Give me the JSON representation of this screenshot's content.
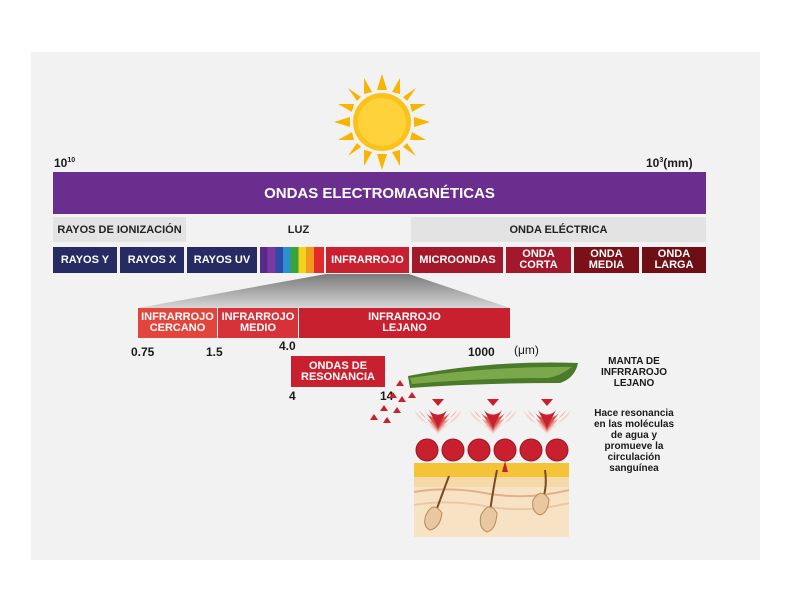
{
  "scale": {
    "left_base": "10",
    "left_exp": "10",
    "right_base": "10",
    "right_exp": "3",
    "right_unit": "(mm)"
  },
  "header_bar": "ONDAS ELECTROMAGNÉTICAS",
  "sections": {
    "ionizacion": "RAYOS DE IONIZACIÓN",
    "luz": "LUZ",
    "onda_electrica": "ONDA ELÉCTRICA"
  },
  "spectrum": {
    "rayos_y": "RAYOS Y",
    "rayos_x": "RAYOS X",
    "rayos_uv": "RAYOS UV",
    "infrarrojo": "INFRARROJO",
    "microondas": "MICROONDAS",
    "onda_corta": "ONDA CORTA",
    "onda_media": "ONDA MEDIA",
    "onda_larga": "ONDA LARGA"
  },
  "infrared": {
    "cercano": "INFRARROJO CERCANO",
    "medio": "INFRARROJO MEDIO",
    "lejano": "INFRARROJO LEJANO"
  },
  "ticks": {
    "t075": "0.75",
    "t15": "1.5",
    "t40": "4.0",
    "t1000": "1000",
    "unit": "(μm)"
  },
  "resonance": {
    "label": "ONDAS DE RESONANCIA",
    "start": "4",
    "end": "14"
  },
  "side": {
    "title": "MANTA DE INFRRAROJO LEJANO",
    "description": "Hace resonancia en las moléculas de agua y promueve la circulación sanguínea"
  },
  "colors": {
    "purple": "#6a2f8e",
    "navy": "#262c63",
    "red": "#c8202f",
    "crimson": "#a3182a",
    "maroon": "#7c1018",
    "light_red": "#e2453c",
    "medium_red": "#d7313a"
  }
}
